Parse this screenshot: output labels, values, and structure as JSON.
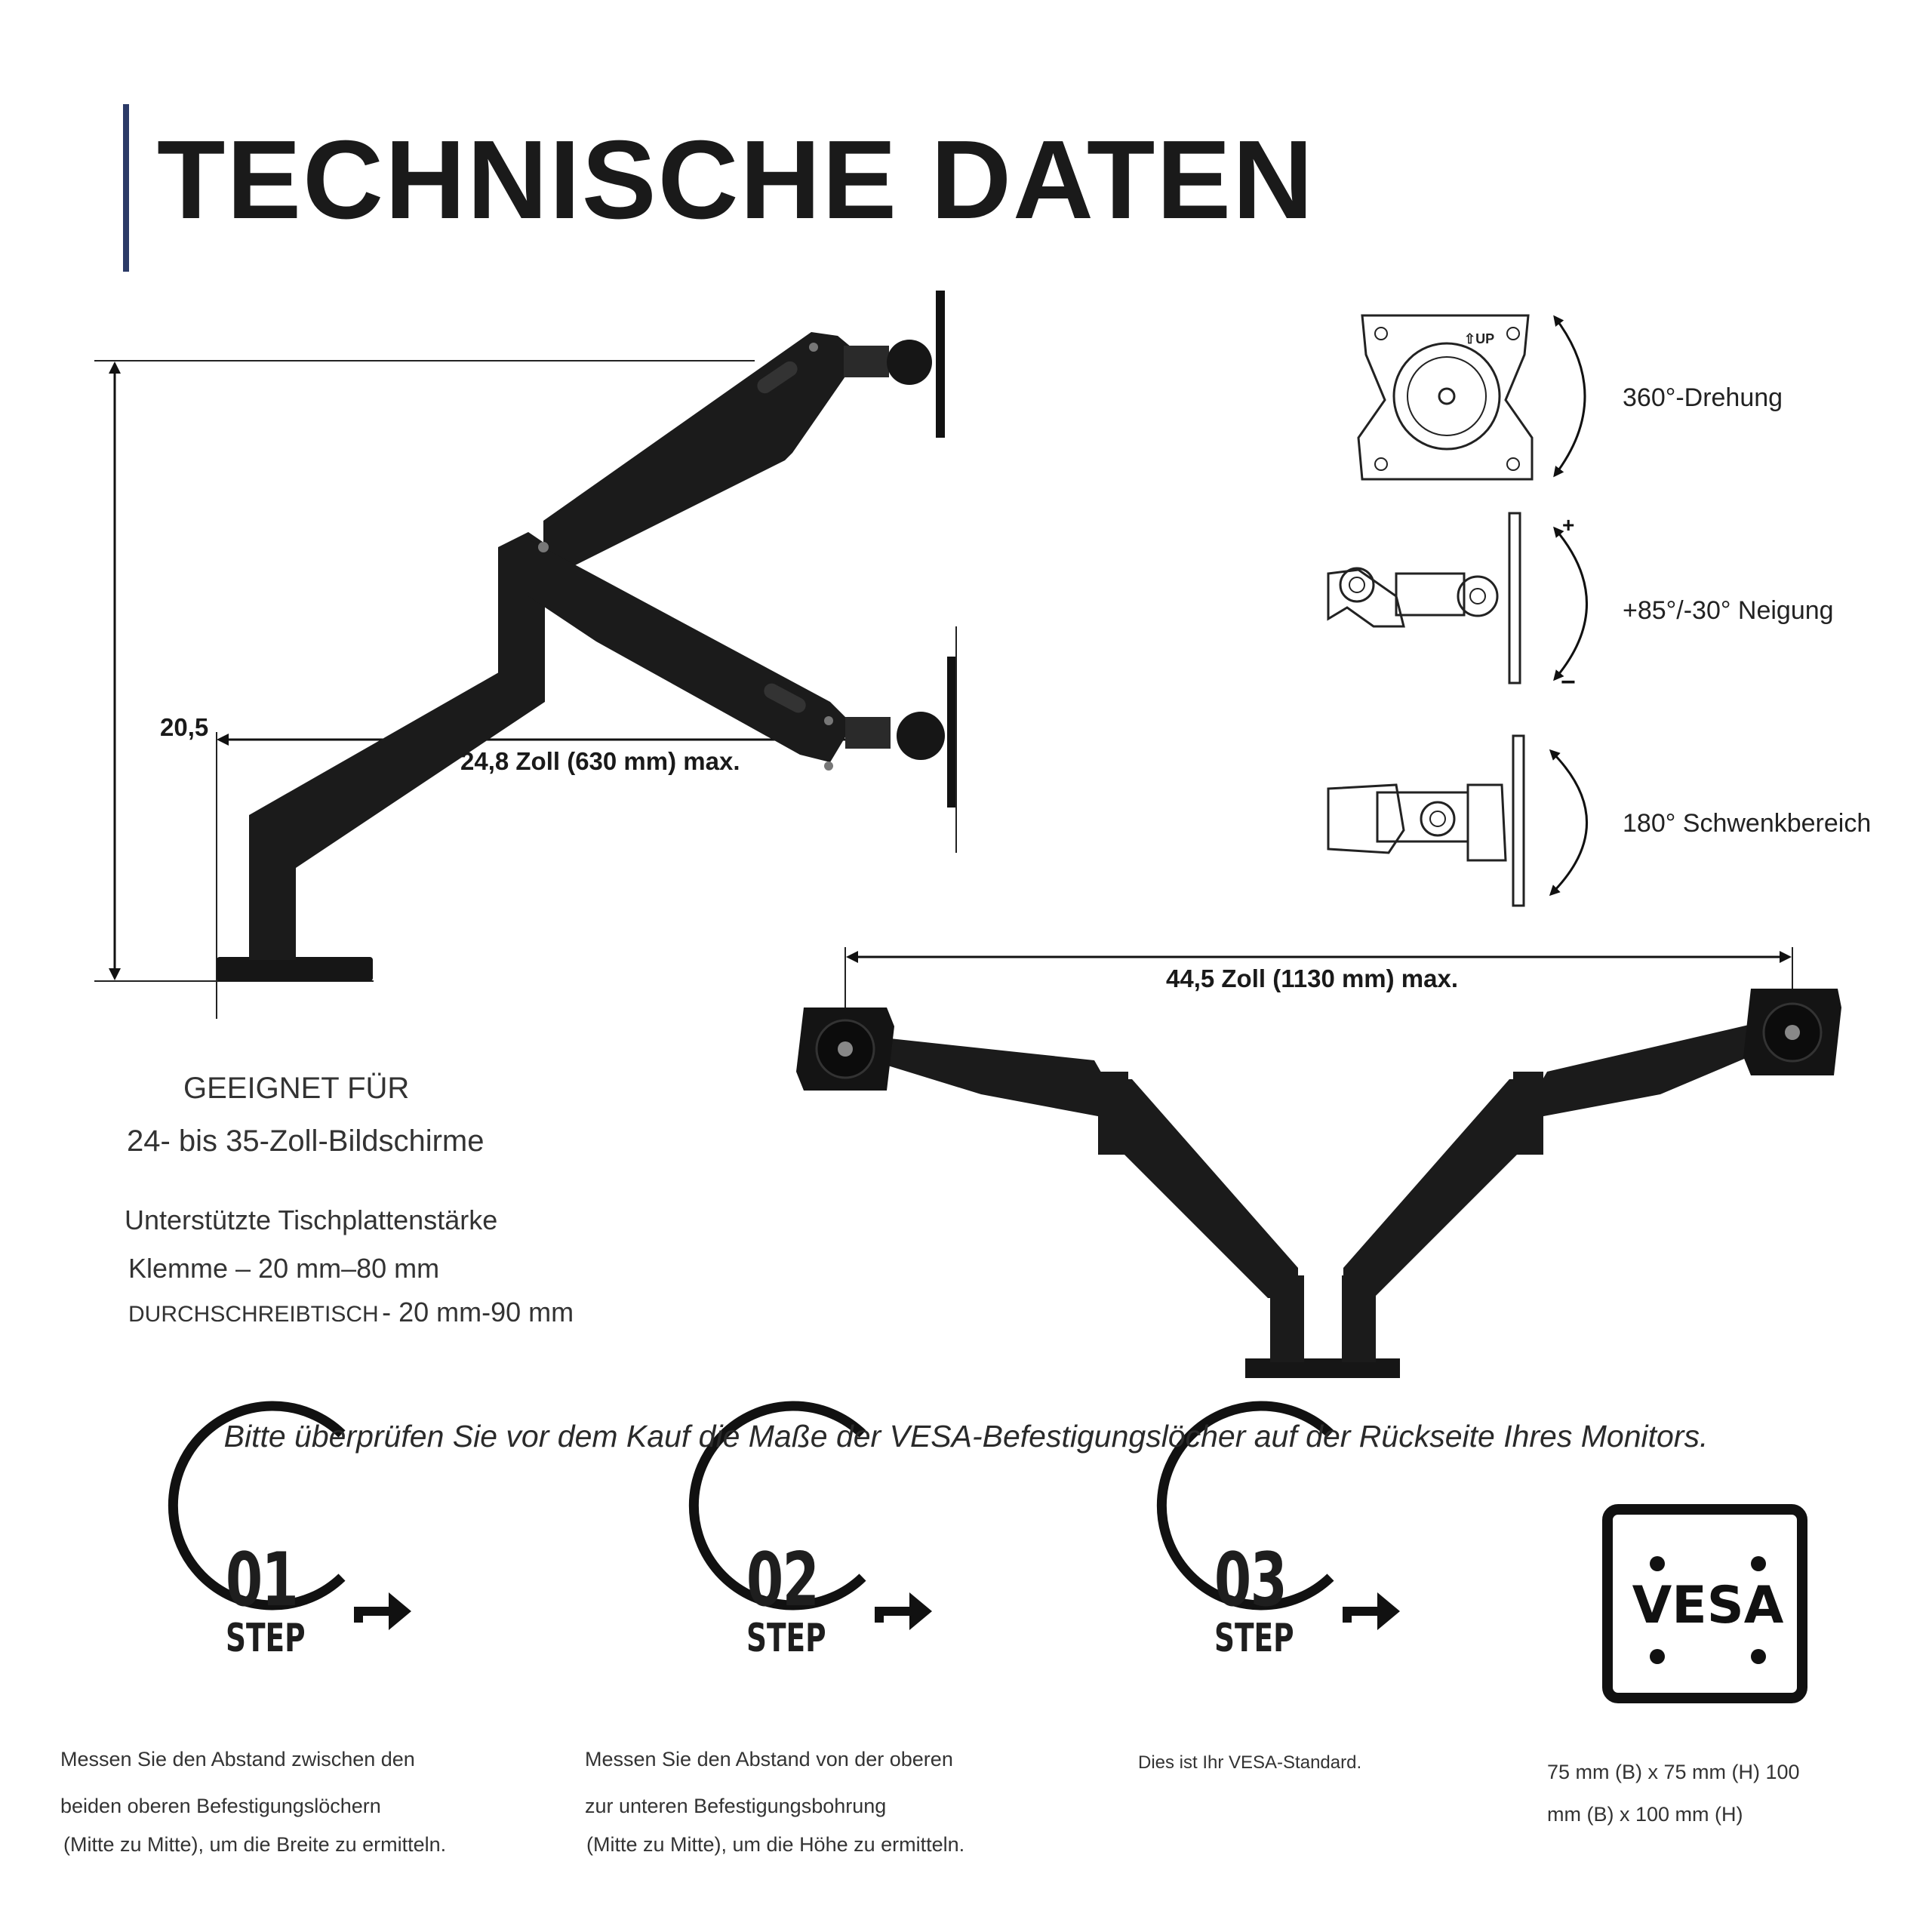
{
  "title": "TECHNISCHE DATEN",
  "dimensions": {
    "height_label": "20,5",
    "arm_reach": "24,8 Zoll (630 mm) max.",
    "dual_width": "44,5 Zoll (1130 mm) max."
  },
  "features": {
    "rotation": "360°-Drehung",
    "tilt": "+85°/-30° Neigung",
    "swivel": "180° Schwenkbereich",
    "tilt_plus": "+",
    "tilt_minus": "−",
    "up_mark": "⇧UP"
  },
  "suitability": {
    "heading": "GEEIGNET FÜR",
    "sizes": "24- bis 35-Zoll-Bildschirme"
  },
  "desk": {
    "heading": "Unterstützte Tischplattenstärke",
    "clamp": "Klemme – 20 mm–80 mm",
    "grommet_label": "DURCHSCHREIBTISCH",
    "grommet_value": "- 20 mm-90 mm"
  },
  "note": "Bitte überprüfen Sie vor dem Kauf die Maße der VESA-Befestigungslöcher auf der Rückseite Ihres Monitors.",
  "steps": [
    {
      "number": "01",
      "label": "STEP",
      "lines": [
        "Messen Sie den Abstand zwischen den",
        "beiden oberen Befestigungslöchern",
        "(Mitte zu Mitte), um die Breite zu ermitteln."
      ]
    },
    {
      "number": "02",
      "label": "STEP",
      "lines": [
        "Messen Sie den Abstand von der oberen",
        "zur unteren Befestigungsbohrung",
        "(Mitte zu Mitte), um die Höhe zu ermitteln."
      ]
    },
    {
      "number": "03",
      "label": "STEP",
      "lines": [
        "Dies ist Ihr VESA-Standard."
      ]
    }
  ],
  "vesa": {
    "logo": "VESA",
    "lines": [
      "75 mm (B) x 75 mm (H) 100",
      "mm (B) x 100 mm (H)"
    ]
  },
  "colors": {
    "accent_bar": "#2b3a67",
    "arm": "#1b1b1b",
    "text": "#1e1e1e"
  }
}
